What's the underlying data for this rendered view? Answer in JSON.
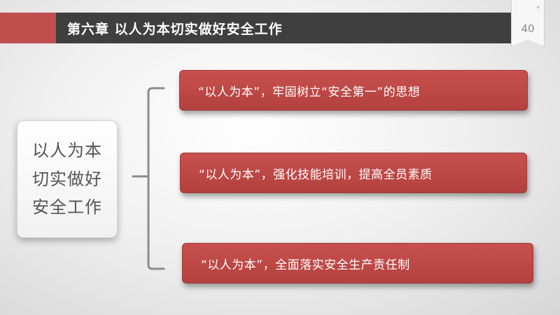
{
  "header": {
    "title": "第六章  以人为本切实做好安全工作",
    "page_number": "40"
  },
  "center": {
    "lines": [
      "以人为本",
      "切实做好",
      "安全工作"
    ]
  },
  "items": [
    {
      "text": "“以人为本”，牢固树立“安全第一”的思想"
    },
    {
      "text": "“以人为本”，强化技能培训，提高全员素质"
    },
    {
      "text": "“以人为本”，全面落实安全生产责任制"
    }
  ],
  "colors": {
    "accent_red": "#c0504d",
    "header_dark": "#3f3f3f",
    "bracket_gray": "#8c8c8c"
  },
  "icons": {
    "page_badge_decoration": "bookmark-ribbon-icon"
  }
}
